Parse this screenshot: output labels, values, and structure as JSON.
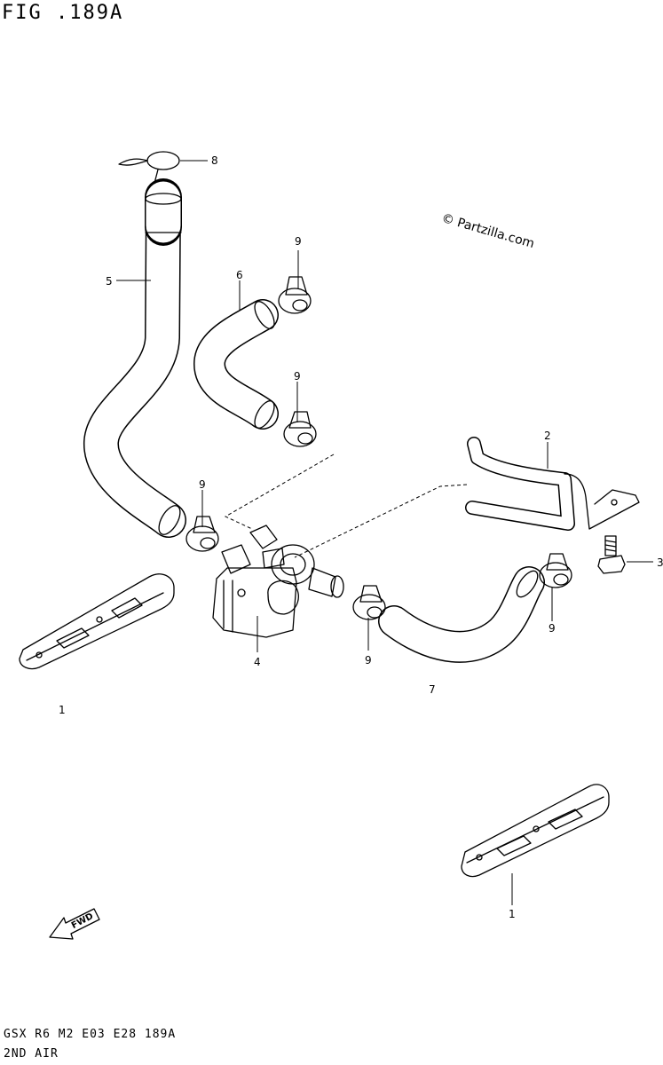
{
  "header": {
    "figure_title": "FIG .189A"
  },
  "watermark": {
    "text": "© Partzilla.com"
  },
  "footer": {
    "model_code": "GSX R6 M2 E03 E28 189A",
    "section_name": "2ND AIR"
  },
  "callouts": {
    "pad_front": "1",
    "pad_left": "1",
    "bracket": "2",
    "bolt": "3",
    "valve": "4",
    "hose_long": "5",
    "hose_short": "6",
    "hose_lower": "7",
    "cap": "8",
    "clamp_top": "9",
    "clamp_upper_mid": "9",
    "clamp_left": "9",
    "clamp_lower_mid": "9",
    "clamp_right": "9"
  },
  "direction_arrow": {
    "label": "FWD"
  }
}
